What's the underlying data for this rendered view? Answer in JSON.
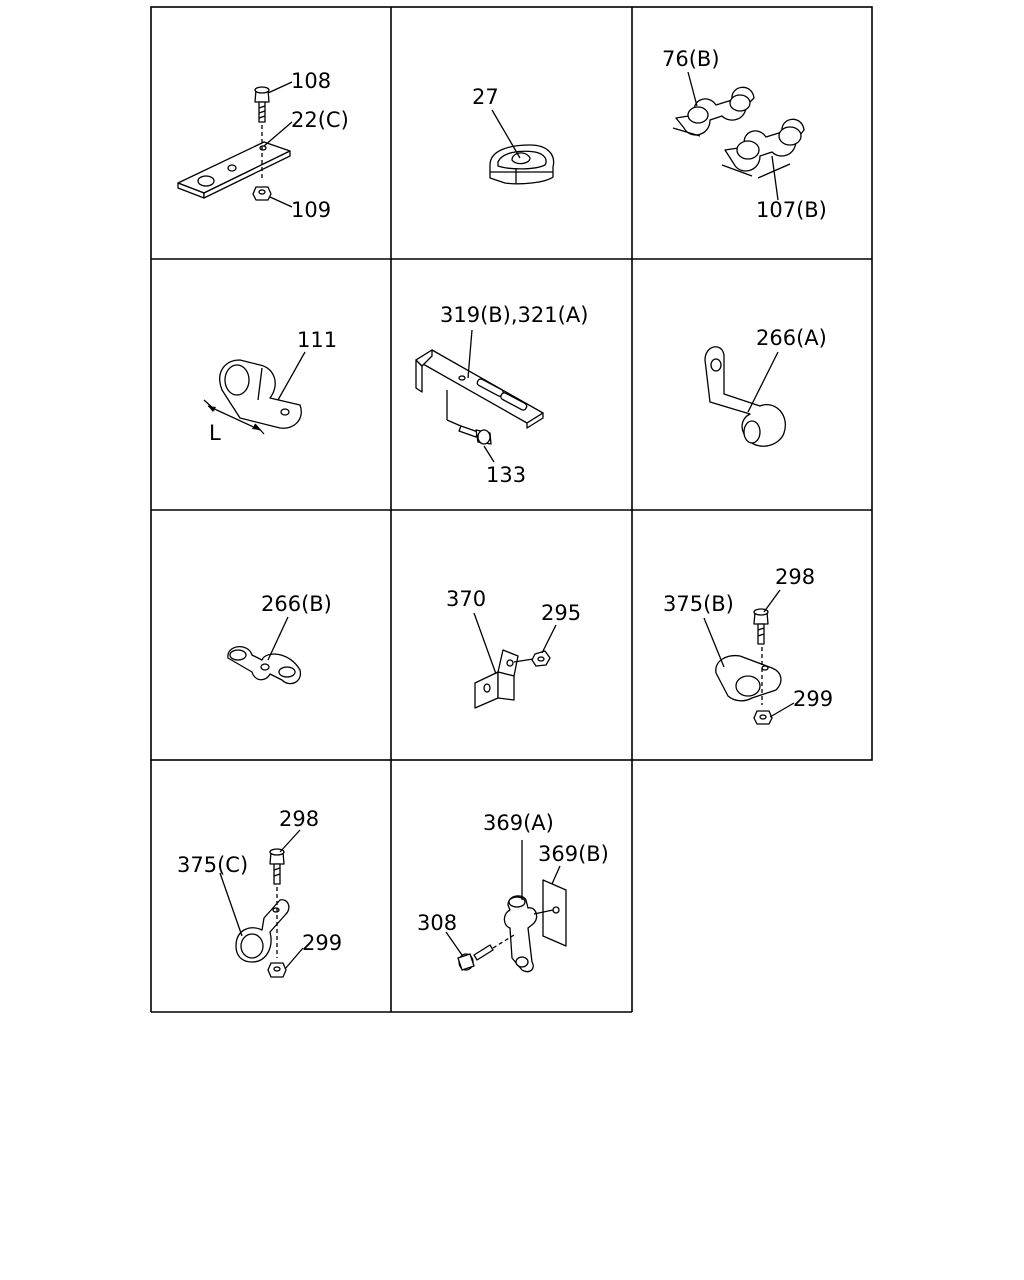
{
  "cells": [
    {
      "labels": [
        "108",
        "22(C)",
        "109"
      ]
    },
    {
      "labels": [
        "27"
      ]
    },
    {
      "labels": [
        "76(B)",
        "107(B)"
      ]
    },
    {
      "labels": [
        "111",
        "L"
      ]
    },
    {
      "labels": [
        "319(B),321(A)",
        "133"
      ]
    },
    {
      "labels": [
        "266(A)"
      ]
    },
    {
      "labels": [
        "266(B)"
      ]
    },
    {
      "labels": [
        "370",
        "295"
      ]
    },
    {
      "labels": [
        "298",
        "375(B)",
        "299"
      ]
    },
    {
      "labels": [
        "298",
        "375(C)",
        "299"
      ]
    },
    {
      "labels": [
        "369(A)",
        "369(B)",
        "308"
      ]
    }
  ]
}
